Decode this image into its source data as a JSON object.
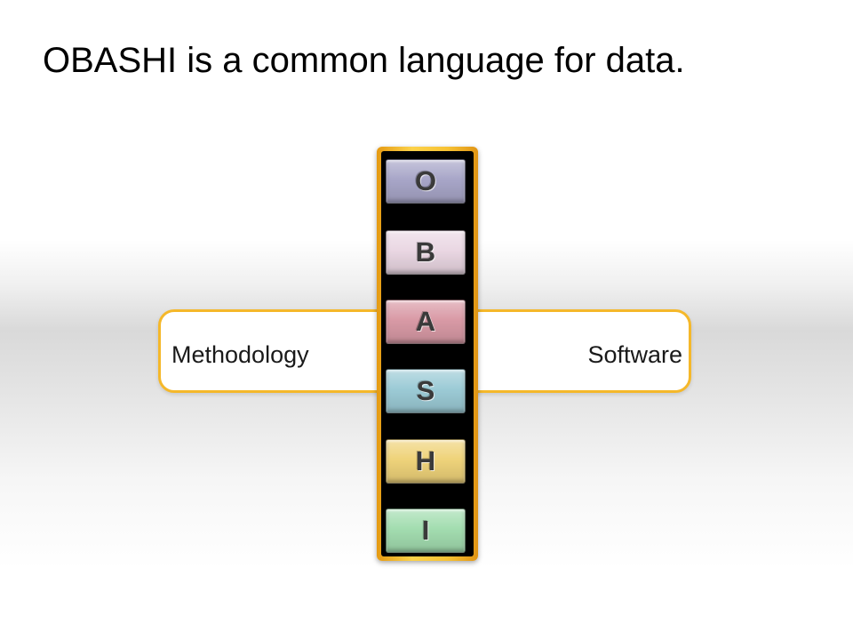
{
  "title": "OBASHI is a common language for data.",
  "bar": {
    "left_label": "Methodology",
    "right_label": "Software"
  },
  "tiles": [
    {
      "letter": "O",
      "color": "#a8a6c8"
    },
    {
      "letter": "B",
      "color": "#ead7e3"
    },
    {
      "letter": "A",
      "color": "#d99aa6"
    },
    {
      "letter": "S",
      "color": "#9ccbd6"
    },
    {
      "letter": "H",
      "color": "#efd37a"
    },
    {
      "letter": "I",
      "color": "#a3ddb0"
    }
  ],
  "colors": {
    "accent_gold": "#f5b82a",
    "column_black": "#000000"
  }
}
